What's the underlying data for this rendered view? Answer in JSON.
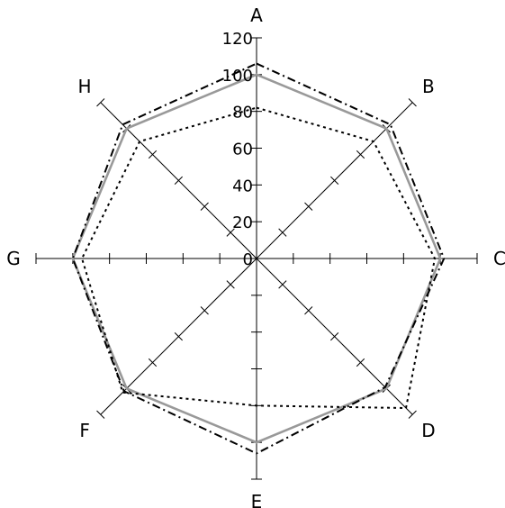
{
  "chart_data": {
    "type": "radar",
    "categories": [
      "A",
      "B",
      "C",
      "D",
      "E",
      "F",
      "G",
      "H"
    ],
    "rlim": [
      0,
      120
    ],
    "tick_values": [
      0,
      20,
      40,
      60,
      80,
      100,
      120
    ],
    "tick_labels": [
      "0",
      "20",
      "40",
      "60",
      "80",
      "100",
      "120"
    ],
    "grid": false,
    "legend": "none",
    "series": [
      {
        "values": [
          100,
          100,
          100,
          100,
          100,
          100,
          100,
          100
        ],
        "color": "#999999",
        "style": "solid"
      },
      {
        "values": [
          106,
          103,
          102,
          99,
          106,
          102,
          100,
          103
        ],
        "color": "#000000",
        "style": "dash-dot"
      },
      {
        "values": [
          82,
          90,
          97,
          115,
          80,
          103,
          95,
          90
        ],
        "color": "#000000",
        "style": "dotted"
      }
    ]
  }
}
